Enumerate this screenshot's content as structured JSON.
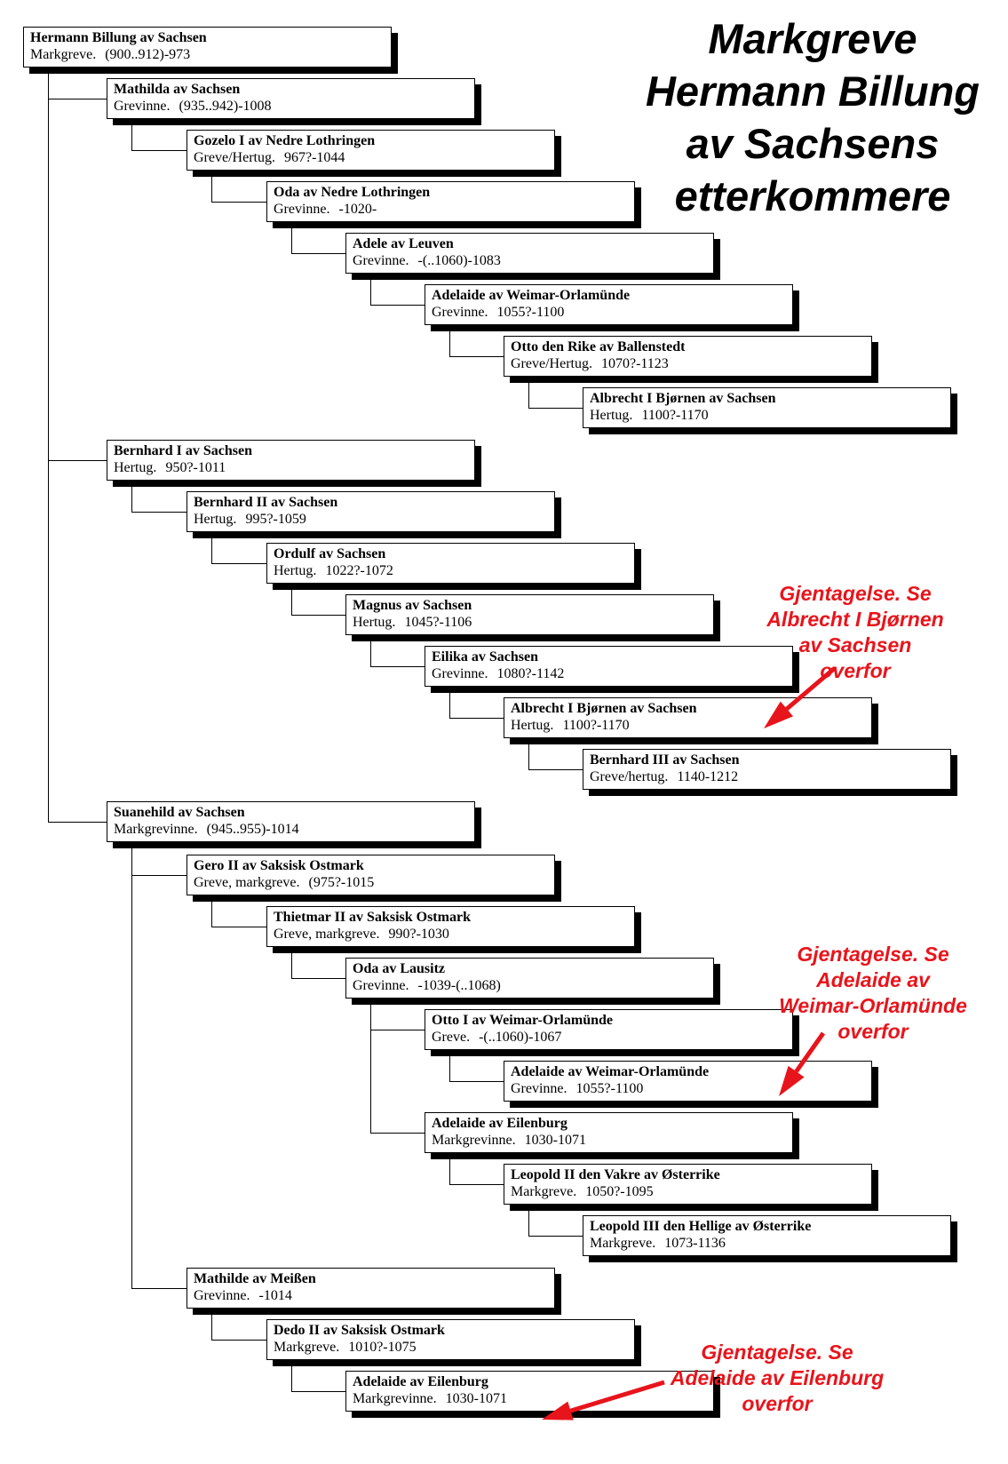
{
  "title": {
    "lines": [
      "Markgreve",
      "Hermann Billung",
      "av Sachsens",
      "etterkommere"
    ]
  },
  "persons": [
    {
      "name": "Hermann Billung av Sachsen",
      "role": "Markgreve.",
      "years": "(900..912)-973"
    },
    {
      "name": "Mathilda av Sachsen",
      "role": "Grevinne.",
      "years": "(935..942)-1008"
    },
    {
      "name": "Gozelo I av Nedre Lothringen",
      "role": "Greve/Hertug.",
      "years": "967?-1044"
    },
    {
      "name": "Oda av Nedre Lothringen",
      "role": "Grevinne.",
      "years": "-1020-"
    },
    {
      "name": "Adele av Leuven",
      "role": "Grevinne.",
      "years": "-(..1060)-1083"
    },
    {
      "name": "Adelaide av Weimar-Orlamünde",
      "role": "Grevinne.",
      "years": "1055?-1100"
    },
    {
      "name": "Otto den Rike av Ballenstedt",
      "role": "Greve/Hertug.",
      "years": "1070?-1123"
    },
    {
      "name": "Albrecht I Bjørnen av Sachsen",
      "role": "Hertug.",
      "years": "1100?-1170"
    },
    {
      "name": "Bernhard I av Sachsen",
      "role": "Hertug.",
      "years": "950?-1011"
    },
    {
      "name": "Bernhard II av Sachsen",
      "role": "Hertug.",
      "years": "995?-1059"
    },
    {
      "name": "Ordulf av Sachsen",
      "role": "Hertug.",
      "years": "1022?-1072"
    },
    {
      "name": "Magnus av Sachsen",
      "role": "Hertug.",
      "years": "1045?-1106"
    },
    {
      "name": "Eilika av Sachsen",
      "role": "Grevinne.",
      "years": "1080?-1142"
    },
    {
      "name": "Albrecht I Bjørnen av Sachsen",
      "role": "Hertug.",
      "years": "1100?-1170"
    },
    {
      "name": "Bernhard III av Sachsen",
      "role": "Greve/hertug.",
      "years": "1140-1212"
    },
    {
      "name": "Suanehild av Sachsen",
      "role": "Markgrevinne.",
      "years": "(945..955)-1014"
    },
    {
      "name": "Gero II av Saksisk Ostmark",
      "role": "Greve, markgreve.",
      "years": "(975?-1015"
    },
    {
      "name": "Thietmar II av Saksisk Ostmark",
      "role": "Greve, markgreve.",
      "years": "990?-1030"
    },
    {
      "name": "Oda av Lausitz",
      "role": "Grevinne.",
      "years": "-1039-(..1068)"
    },
    {
      "name": "Otto I av Weimar-Orlamünde",
      "role": "Greve.",
      "years": "-(..1060)-1067"
    },
    {
      "name": "Adelaide av Weimar-Orlamünde",
      "role": "Grevinne.",
      "years": "1055?-1100"
    },
    {
      "name": "Adelaide av Eilenburg",
      "role": "Markgrevinne.",
      "years": "1030-1071"
    },
    {
      "name": "Leopold II den Vakre av Østerrike",
      "role": "Markgreve.",
      "years": "1050?-1095"
    },
    {
      "name": "Leopold III den Hellige av Østerrike",
      "role": "Markgreve.",
      "years": "1073-1136"
    },
    {
      "name": "Mathilde av Meißen",
      "role": "Grevinne.",
      "years": "-1014"
    },
    {
      "name": "Dedo II av Saksisk Ostmark",
      "role": "Markgreve.",
      "years": "1010?-1075"
    },
    {
      "name": "Adelaide av Eilenburg",
      "role": "Markgrevinne.",
      "years": "1030-1071"
    }
  ],
  "notes": [
    {
      "lines": [
        "Gjentagelse. Se",
        "Albrecht I Bjørnen",
        "av Sachsen",
        "overfor"
      ]
    },
    {
      "lines": [
        "Gjentagelse. Se",
        "Adelaide av",
        "Weimar-Orlamünde",
        "overfor"
      ]
    },
    {
      "lines": [
        "Gjentagelse. Se",
        "Adelaide av Eilenburg",
        "overfor"
      ]
    }
  ],
  "colors": {
    "text": "#000000",
    "box_border": "#000000",
    "box_shadow": "#000000",
    "note_red": "#e8141b",
    "background": "#ffffff"
  }
}
